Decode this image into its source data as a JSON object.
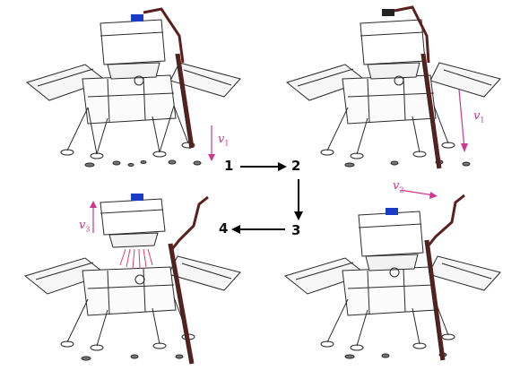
{
  "steps": [
    "1",
    "2",
    "3",
    "4"
  ],
  "velocities": {
    "v1": "v",
    "v1_sub": "1",
    "v2": "v",
    "v2_sub": "2",
    "v3": "v",
    "v3_sub": "3"
  },
  "colors": {
    "line": "#2a2a2a",
    "arm": "#5a1f1f",
    "velocity": "#d0358f",
    "flame": "#e04060",
    "cap": "#1a3cc4",
    "arrow": "#000000"
  },
  "icons": [
    "lander-icon",
    "ascender-icon",
    "drill-arm-icon",
    "flow-arrow-icon"
  ]
}
